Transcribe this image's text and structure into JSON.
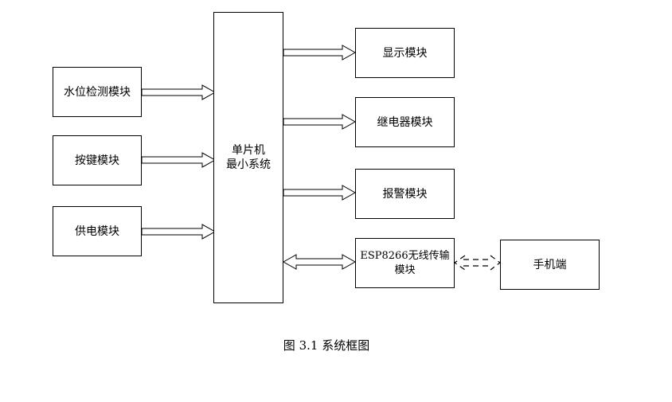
{
  "left_modules": [
    "水位检测模块",
    "按键模块",
    "供电模块"
  ],
  "mcu": {
    "line1": "单片机",
    "line2": "最小系统"
  },
  "right_modules": [
    "显示模块",
    "继电器模块",
    "报警模块"
  ],
  "wifi_module": {
    "line1": "ESP8266无线传输",
    "line2": "模块"
  },
  "phone": "手机端",
  "caption": "图 3.1  系统框图"
}
